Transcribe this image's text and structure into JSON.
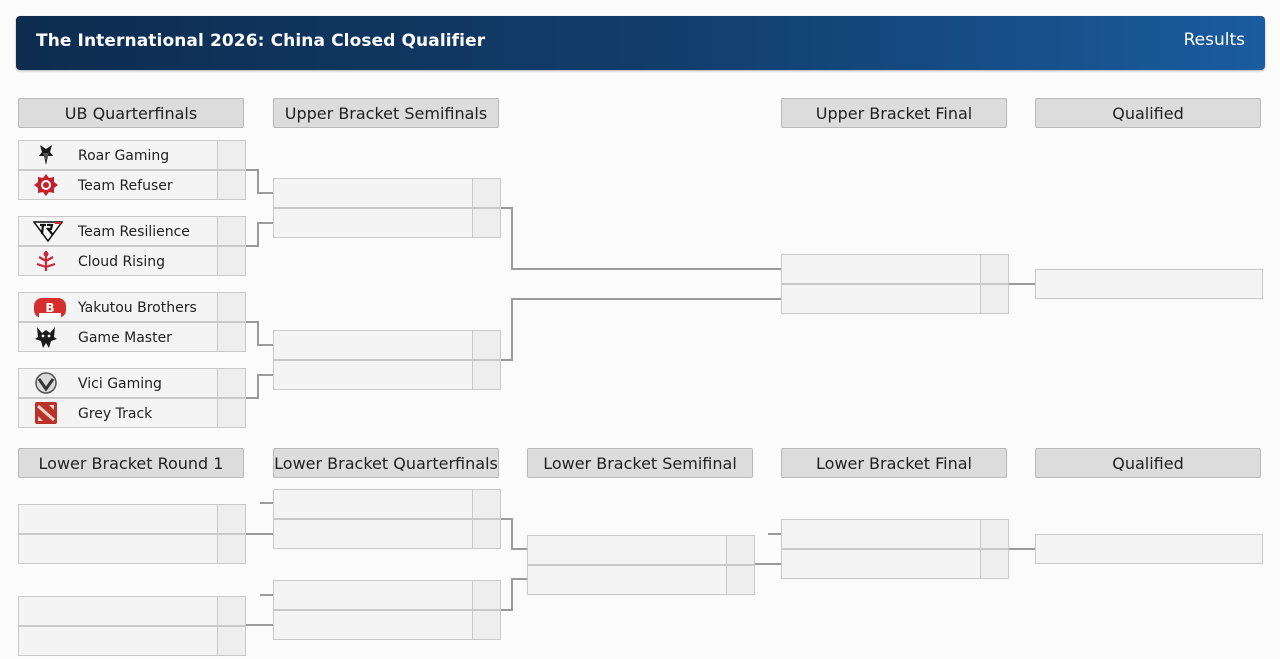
{
  "header": {
    "title": "The International 2026: China Closed Qualifier",
    "results_label": "Results"
  },
  "upper": {
    "col1": "UB Quarterfinals",
    "col2": "Upper Bracket Semifinals",
    "col3": "Upper Bracket Final",
    "col4": "Qualified"
  },
  "lower": {
    "col1": "Lower Bracket Round 1",
    "col2": "Lower Bracket Quarterfinals",
    "col3": "Lower Bracket Semifinal",
    "col4": "Lower Bracket Final",
    "col5": "Qualified"
  },
  "teams": [
    {
      "name": "Roar Gaming",
      "icon": "roar-gaming-logo-icon"
    },
    {
      "name": "Team Refuser",
      "icon": "team-refuser-logo-icon"
    },
    {
      "name": "Team Resilience",
      "icon": "team-resilience-logo-icon"
    },
    {
      "name": "Cloud Rising",
      "icon": "cloud-rising-logo-icon"
    },
    {
      "name": "Yakutou Brothers",
      "icon": "yakutou-brothers-logo-icon"
    },
    {
      "name": "Game Master",
      "icon": "game-master-logo-icon"
    },
    {
      "name": "Vici Gaming",
      "icon": "vici-gaming-logo-icon"
    },
    {
      "name": "Grey Track",
      "icon": "grey-track-logo-icon"
    }
  ],
  "colors": {
    "header_gradient_start": "#0d2c4f",
    "header_gradient_end": "#1a5c9e",
    "column_header_bg": "#dcdcdc",
    "slot_bg": "#f4f4f4",
    "connector": "#9a9a9a"
  }
}
